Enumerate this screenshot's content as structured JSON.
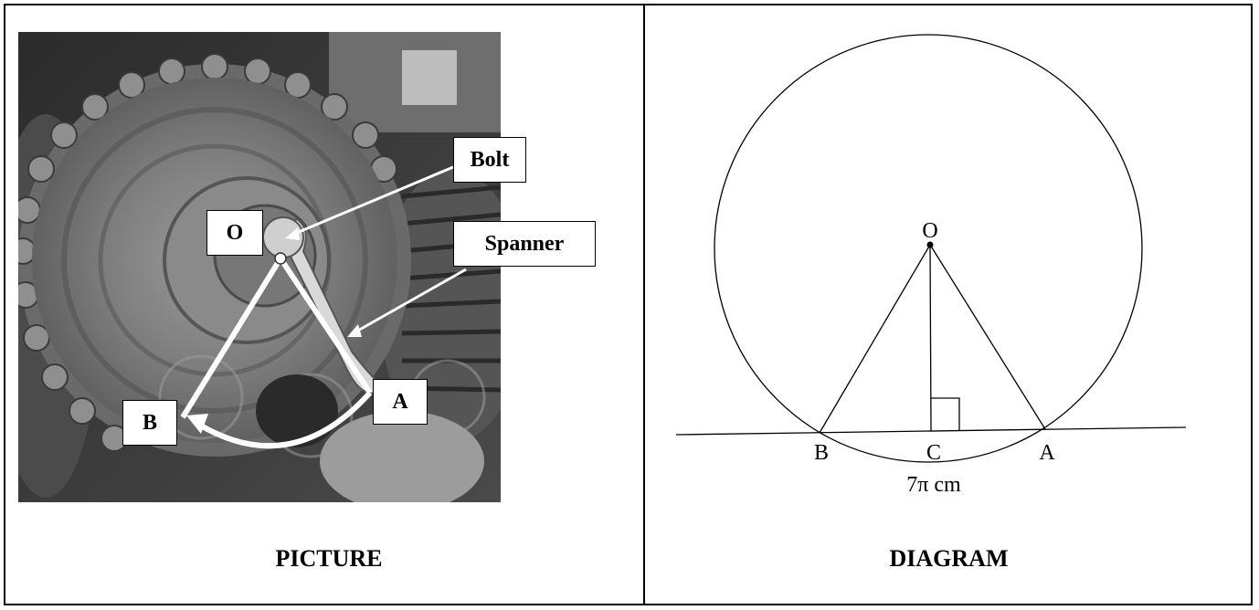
{
  "left_panel": {
    "labels": {
      "bolt": "Bolt",
      "spanner": "Spanner",
      "o": "O",
      "a": "A",
      "b": "B"
    },
    "caption": "PICTURE"
  },
  "right_panel": {
    "points": {
      "o": "O",
      "a": "A",
      "b": "B",
      "c": "C"
    },
    "arc_length": "7π cm",
    "caption": "DIAGRAM"
  }
}
